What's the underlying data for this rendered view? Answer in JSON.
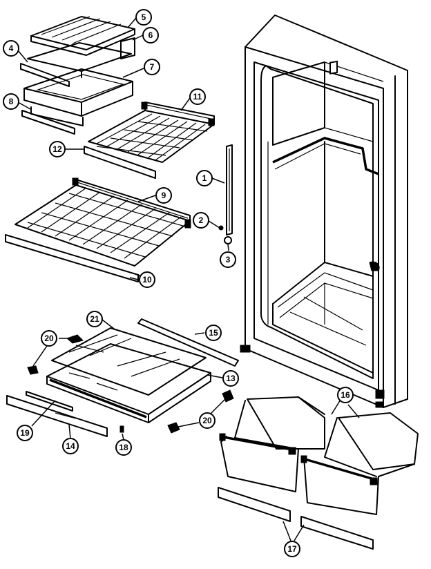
{
  "callouts": {
    "c1": "1",
    "c2": "2",
    "c3": "3",
    "c4": "4",
    "c5": "5",
    "c6": "6",
    "c7": "7",
    "c8": "8",
    "c9": "9",
    "c10": "10",
    "c11": "11",
    "c12": "12",
    "c13": "13",
    "c14": "14",
    "c15": "15",
    "c16": "16",
    "c17": "17",
    "c18": "18",
    "c19": "19",
    "c20a": "20",
    "c20b": "20",
    "c21": "21"
  }
}
